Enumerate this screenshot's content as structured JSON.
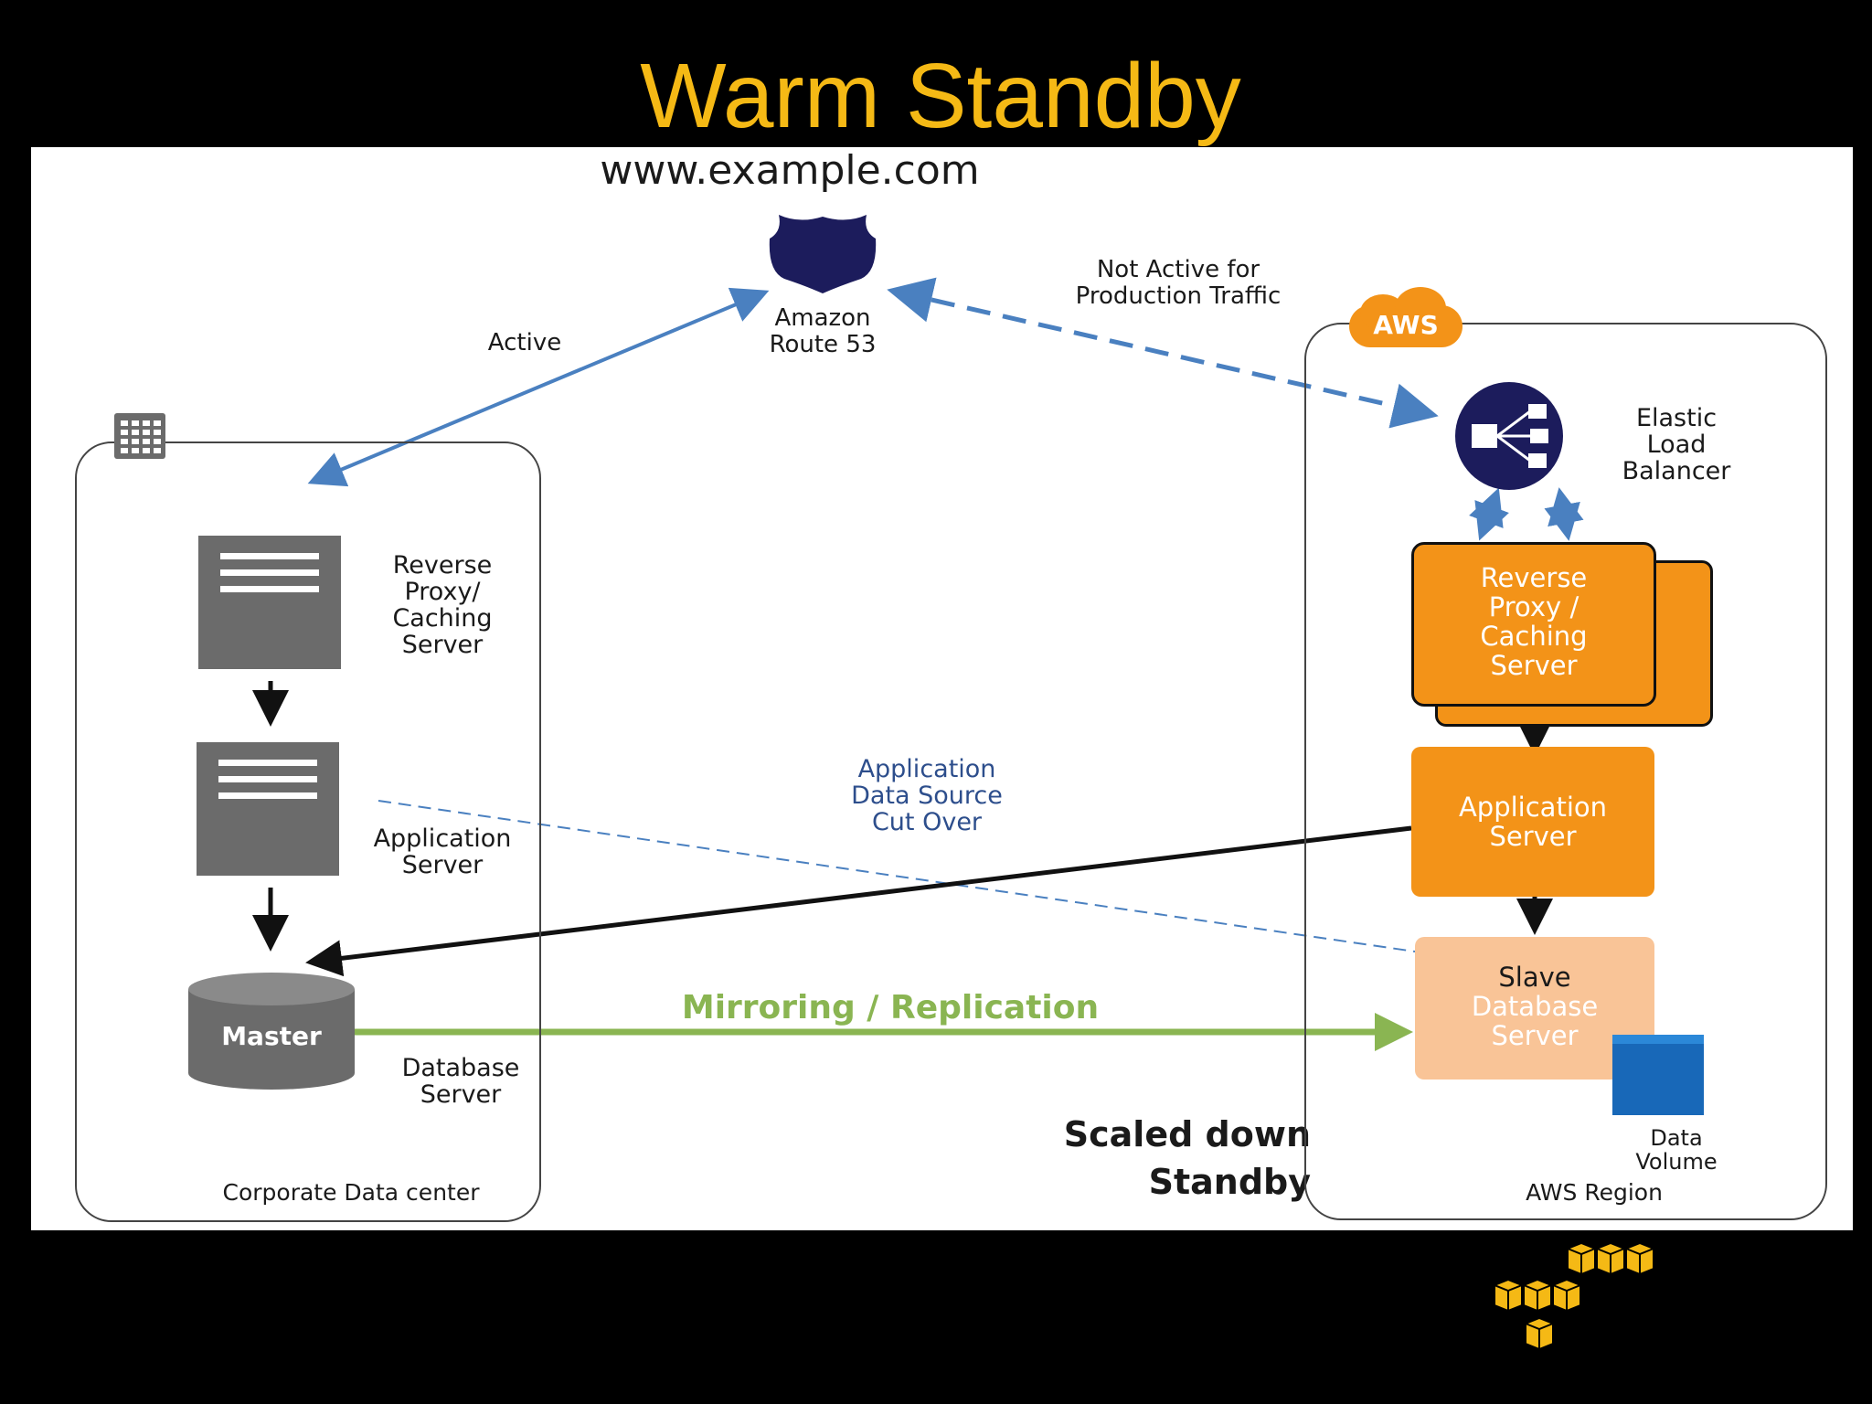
{
  "title": "Warm Standby",
  "domain": "www.example.com",
  "route53": {
    "label_line1": "Amazon",
    "label_line2": "Route 53"
  },
  "arrows": {
    "active": "Active",
    "not_active_line1": "Not Active for",
    "not_active_line2": "Production Traffic",
    "cutover_line1": "Application",
    "cutover_line2": "Data Source",
    "cutover_line3": "Cut Over",
    "mirroring": "Mirroring /  Replication"
  },
  "corporate": {
    "region_label": "Corporate Data center",
    "proxy_line1": "Reverse",
    "proxy_line2": "Proxy/",
    "proxy_line3": "Caching",
    "proxy_line4": "Server",
    "app_line1": "Application",
    "app_line2": "Server",
    "db_name": "Master",
    "db_line1": "Database",
    "db_line2": "Server"
  },
  "aws": {
    "badge": "AWS",
    "region_label": "AWS Region",
    "elb_line1": "Elastic",
    "elb_line2": "Load",
    "elb_line3": "Balancer",
    "proxy_line1": "Reverse",
    "proxy_line2": "Proxy /",
    "proxy_line3": "Caching",
    "proxy_line4": "Server",
    "app_line1": "Application",
    "app_line2": "Server",
    "slave_line1": "Slave",
    "slave_line2": "Database",
    "slave_line3": "Server",
    "volume_line1": "Data",
    "volume_line2": "Volume"
  },
  "scaled_line1": "Scaled down",
  "scaled_line2": "Standby",
  "colors": {
    "title": "#f5b915",
    "aws_orange": "#f39318",
    "slave_peach": "#f9c497",
    "route53_navy": "#1c1c5c",
    "arrow_blue": "#4a80c0",
    "mirroring_green": "#8ab552",
    "server_gray": "#6b6b6b",
    "volume_blue": "#1868b8"
  }
}
